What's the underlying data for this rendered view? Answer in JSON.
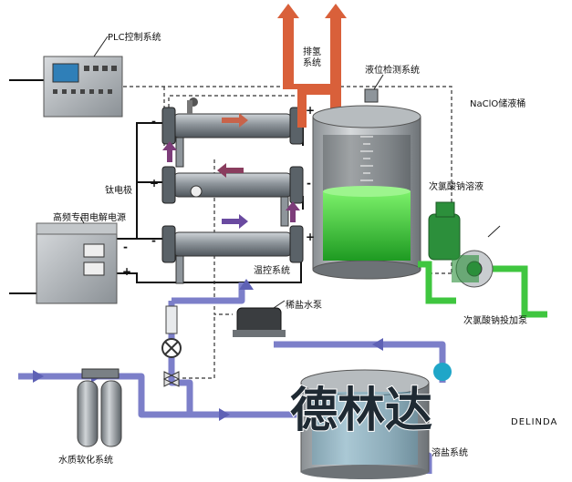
{
  "labels": {
    "plc": "PLC控制系统",
    "hydrogen_exhaust_line1": "排氢",
    "hydrogen_exhaust_line2": "系统",
    "level_detect": "液位检测系统",
    "storage_tank": "NaClO储液桶",
    "hypochlorite_solution": "次氯酸钠溶液",
    "titanium_electrode": "钛电极",
    "power_supply": "高频专用电解电源",
    "temp_control": "温控系统",
    "brine_pump": "稀盐水泵",
    "dosing_pump": "次氯酸钠投加泵",
    "water_softening": "水质软化系统",
    "salt_system": "溶盐系统",
    "brand_chinese": "德林达",
    "brand_english": "DELINDA"
  },
  "terminal_signs": {
    "cell1_left": "-",
    "cell1_right": "+",
    "cell2_left": "+",
    "cell2_right": "-",
    "cell3_left": "-",
    "cell3_right": "+",
    "psu_top": "-",
    "psu_bottom": "+"
  },
  "colors": {
    "exhaust_arrow": "#d9603a",
    "tank_solution": "#58e24a",
    "brine_pipe": "#7c7fc9",
    "dosing_pipe": "#3fc63f",
    "equipment_gray": "#9aa0a6",
    "brand_teal": "#1fa6c8"
  }
}
